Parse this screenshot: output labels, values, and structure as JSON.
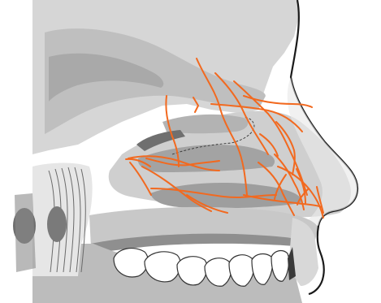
{
  "figure": {
    "colors": {
      "background": "#ffffff",
      "skull_light": "#d6d6d6",
      "skull_mid": "#bdbdbd",
      "skull_dark": "#9a9a9a",
      "bone_shadow": "#7c7c7c",
      "cavity": "#a8a8a8",
      "soft_tissue_line": "#1a1a1a",
      "nerve": "#f2691f",
      "dashed_line": "#333333",
      "teeth": "#ffffff"
    },
    "regions": [
      "cranial-bone",
      "nasal-cavity",
      "nasal-conchae",
      "hard-palate",
      "upper-teeth",
      "pharynx-tissue",
      "nose-profile",
      "nerve-network",
      "dashed-outline"
    ]
  }
}
